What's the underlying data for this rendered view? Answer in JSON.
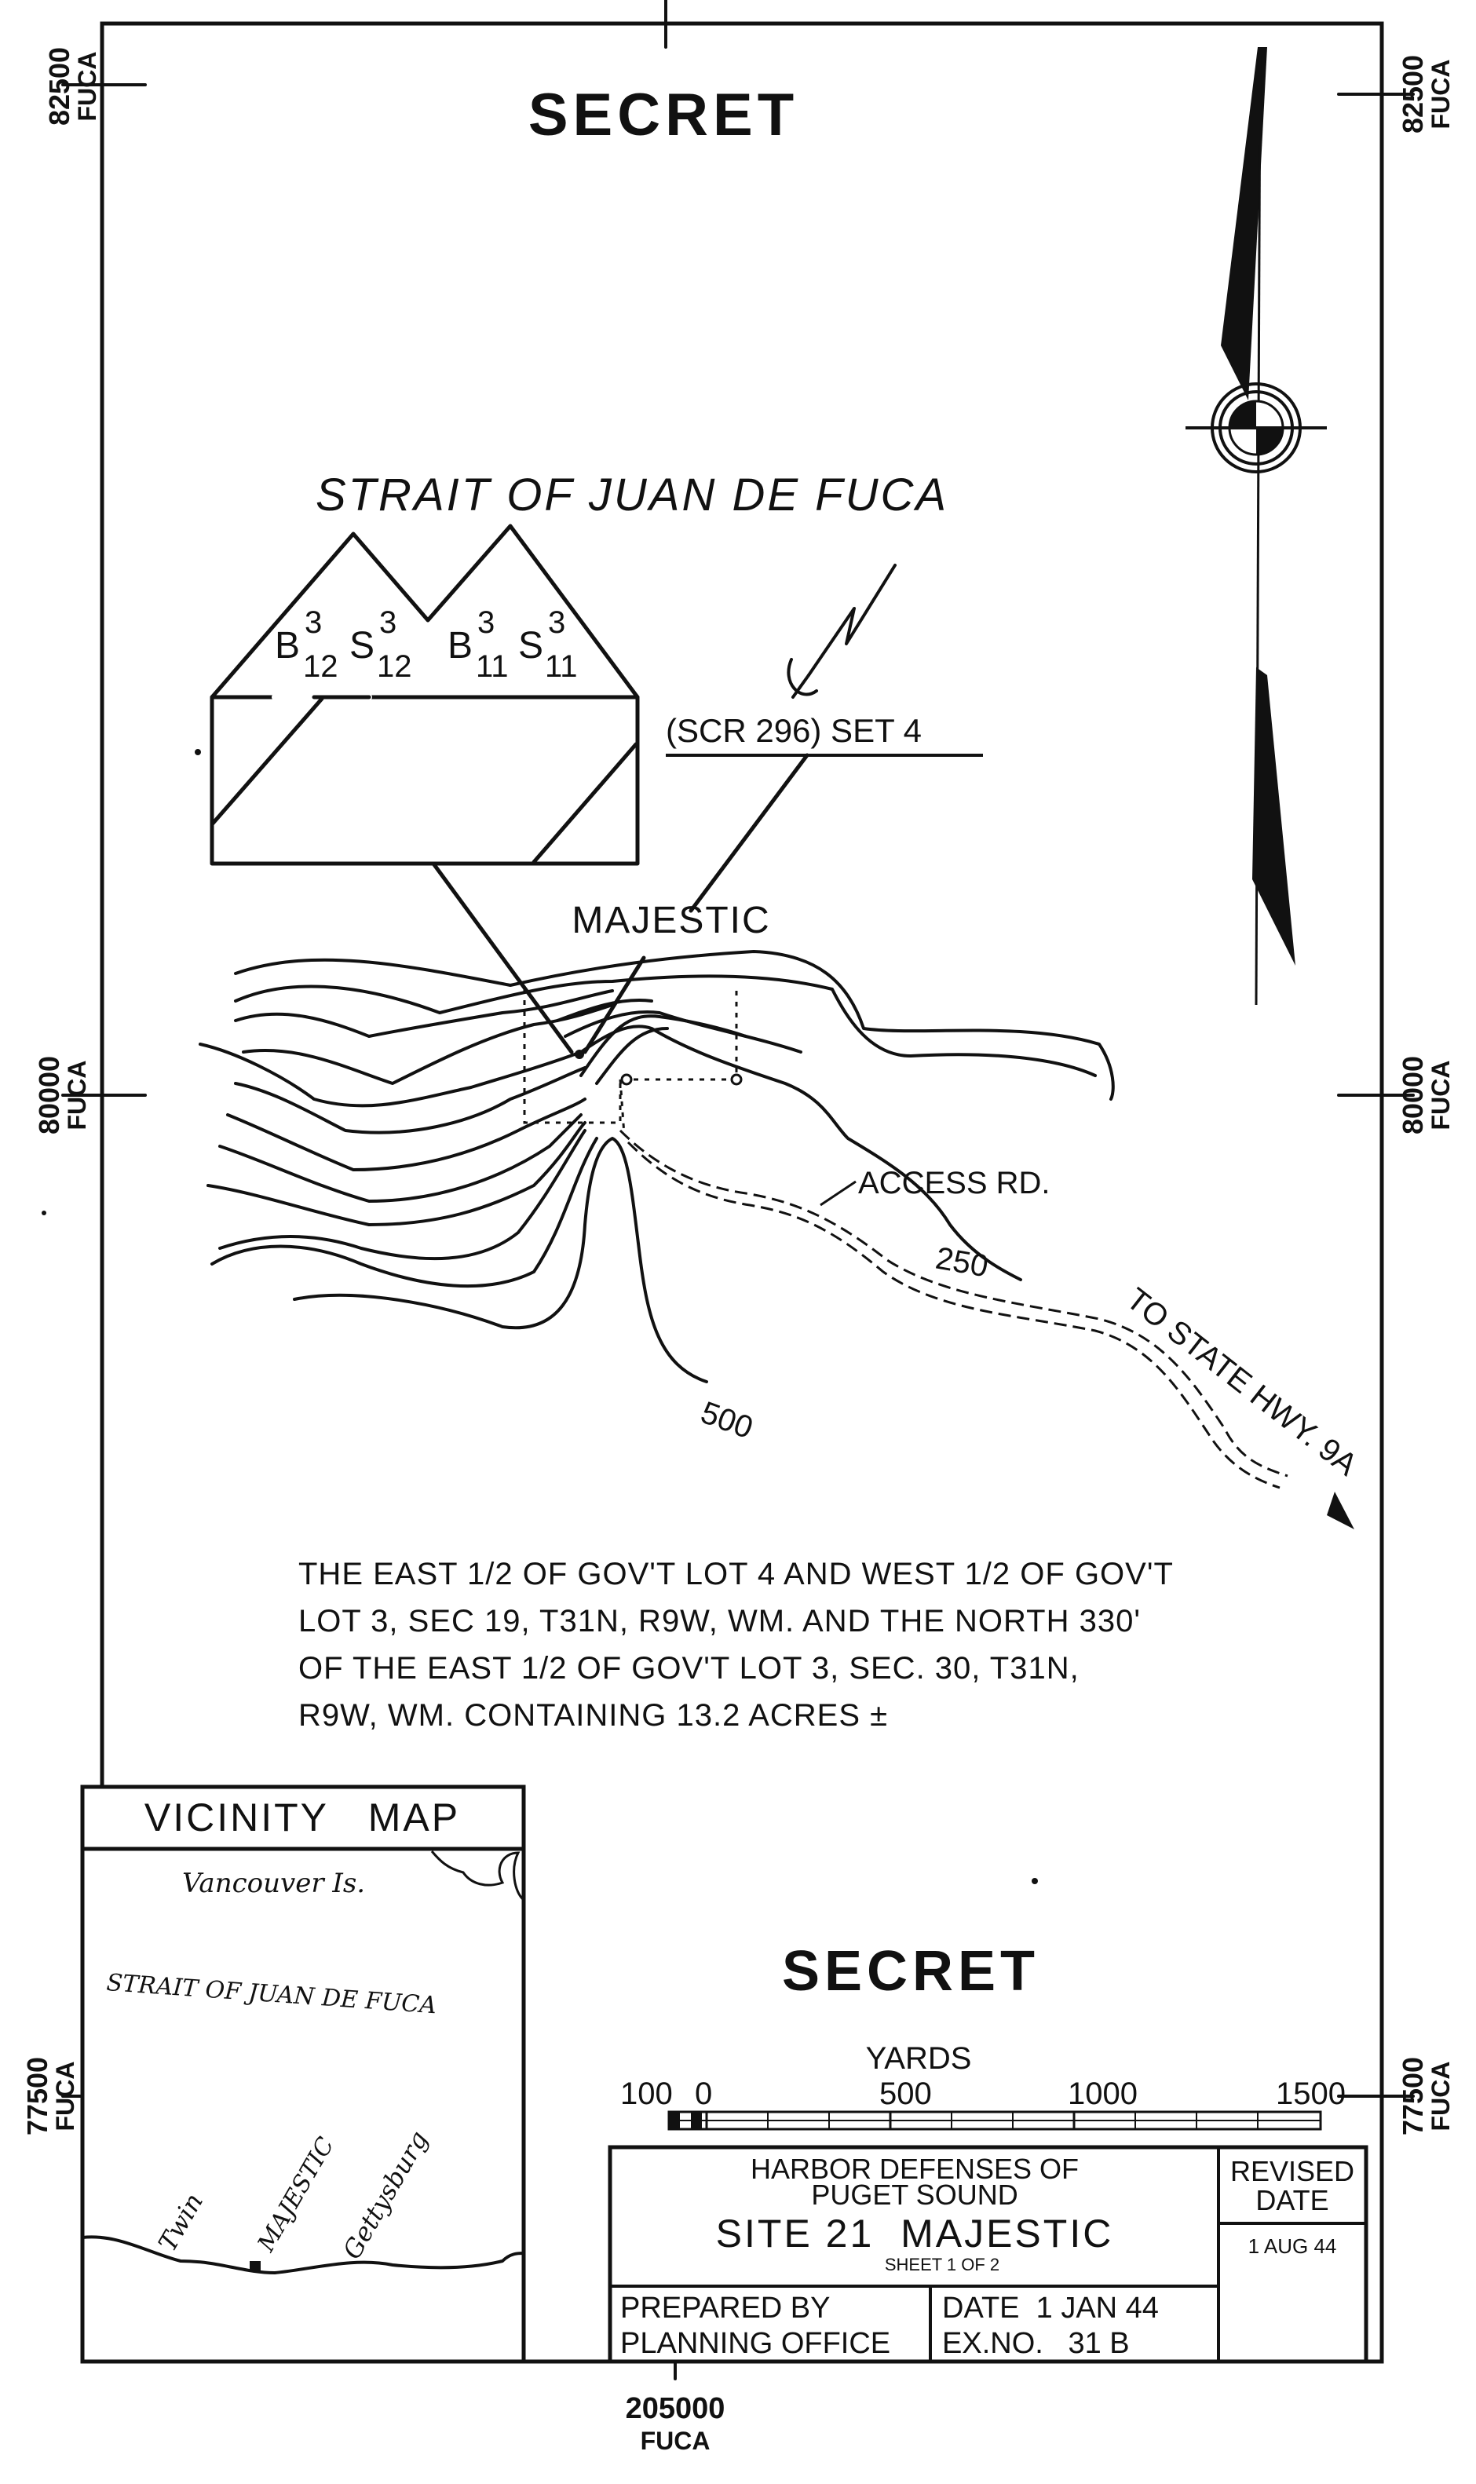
{
  "classification_top": "SECRET",
  "classification_bottom": "SECRET",
  "grid": {
    "north_top": "82500",
    "north_mid": "80000",
    "north_bottom": "77500",
    "east_bottom": "205000",
    "datum": "FUCA"
  },
  "water_label": "STRAIT OF JUAN DE FUCA",
  "battery": {
    "b3_12": "B",
    "s3_12": "S",
    "b3_11": "B",
    "s3_11": "S",
    "sup": "3",
    "sub12": "12",
    "sub11": "11"
  },
  "radar_label": "(SCR 296) SET 4",
  "site_label": "MAJESTIC",
  "access_label": "ACCESS RD.",
  "contour_250": "250",
  "contour_500": "500",
  "highway_label": "TO STATE HWY. 9A",
  "legal_description": [
    "THE EAST 1/2 OF GOV'T LOT 4 AND WEST 1/2 OF GOV'T",
    "LOT 3, SEC 19, T31N, R9W, WM. AND THE NORTH 330'",
    "OF THE EAST 1/2 OF GOV'T LOT 3, SEC. 30, T31N,",
    "R9W, WM. CONTAINING 13.2 ACRES ±"
  ],
  "vicinity": {
    "title": "VICINITY   MAP",
    "vancouver": "Vancouver Is.",
    "strait": "STRAIT OF JUAN DE FUCA",
    "twin": "Twin",
    "majestic": "MAJESTIC",
    "gettysburg": "Gettysburg"
  },
  "scale": {
    "units": "YARDS",
    "ticks": [
      "100",
      "0",
      "500",
      "1000",
      "1500"
    ]
  },
  "title_block": {
    "org_line1": "HARBOR DEFENSES OF",
    "org_line2": "PUGET SOUND",
    "site": "SITE 21  MAJESTIC",
    "sheet": "SHEET 1 OF 2",
    "revised_line1": "REVISED",
    "revised_line2": "DATE",
    "revised_date": "1 AUG 44",
    "prepared_by": "PREPARED BY",
    "planning_office": "PLANNING OFFICE",
    "date": "DATE  1 JAN 44",
    "ex_no": "EX.NO.   31 B"
  }
}
